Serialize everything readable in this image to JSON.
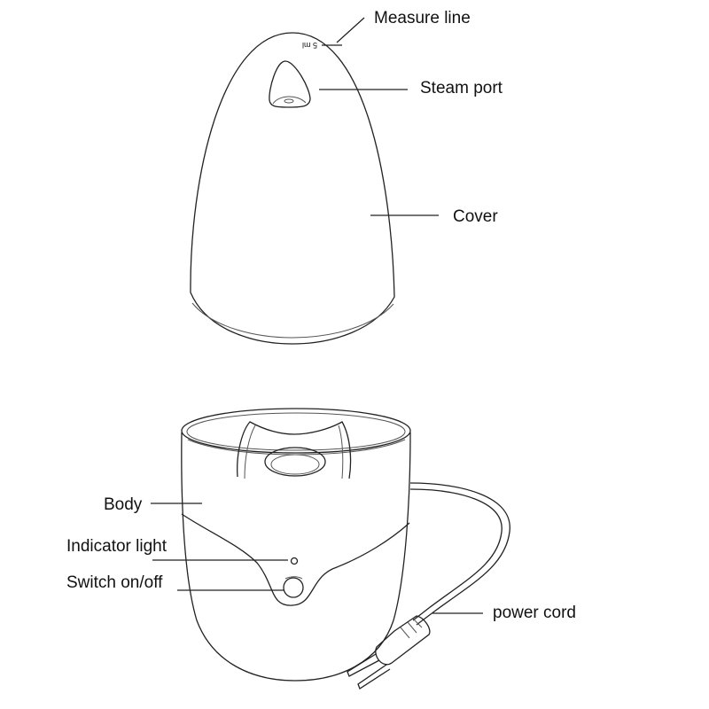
{
  "labels": {
    "measure_line": "Measure line",
    "steam_port": "Steam port",
    "cover": "Cover",
    "body": "Body",
    "indicator_light": "Indicator light",
    "switch": "Switch on/off",
    "power_cord": "power cord"
  },
  "cover_marking": "5 ml"
}
